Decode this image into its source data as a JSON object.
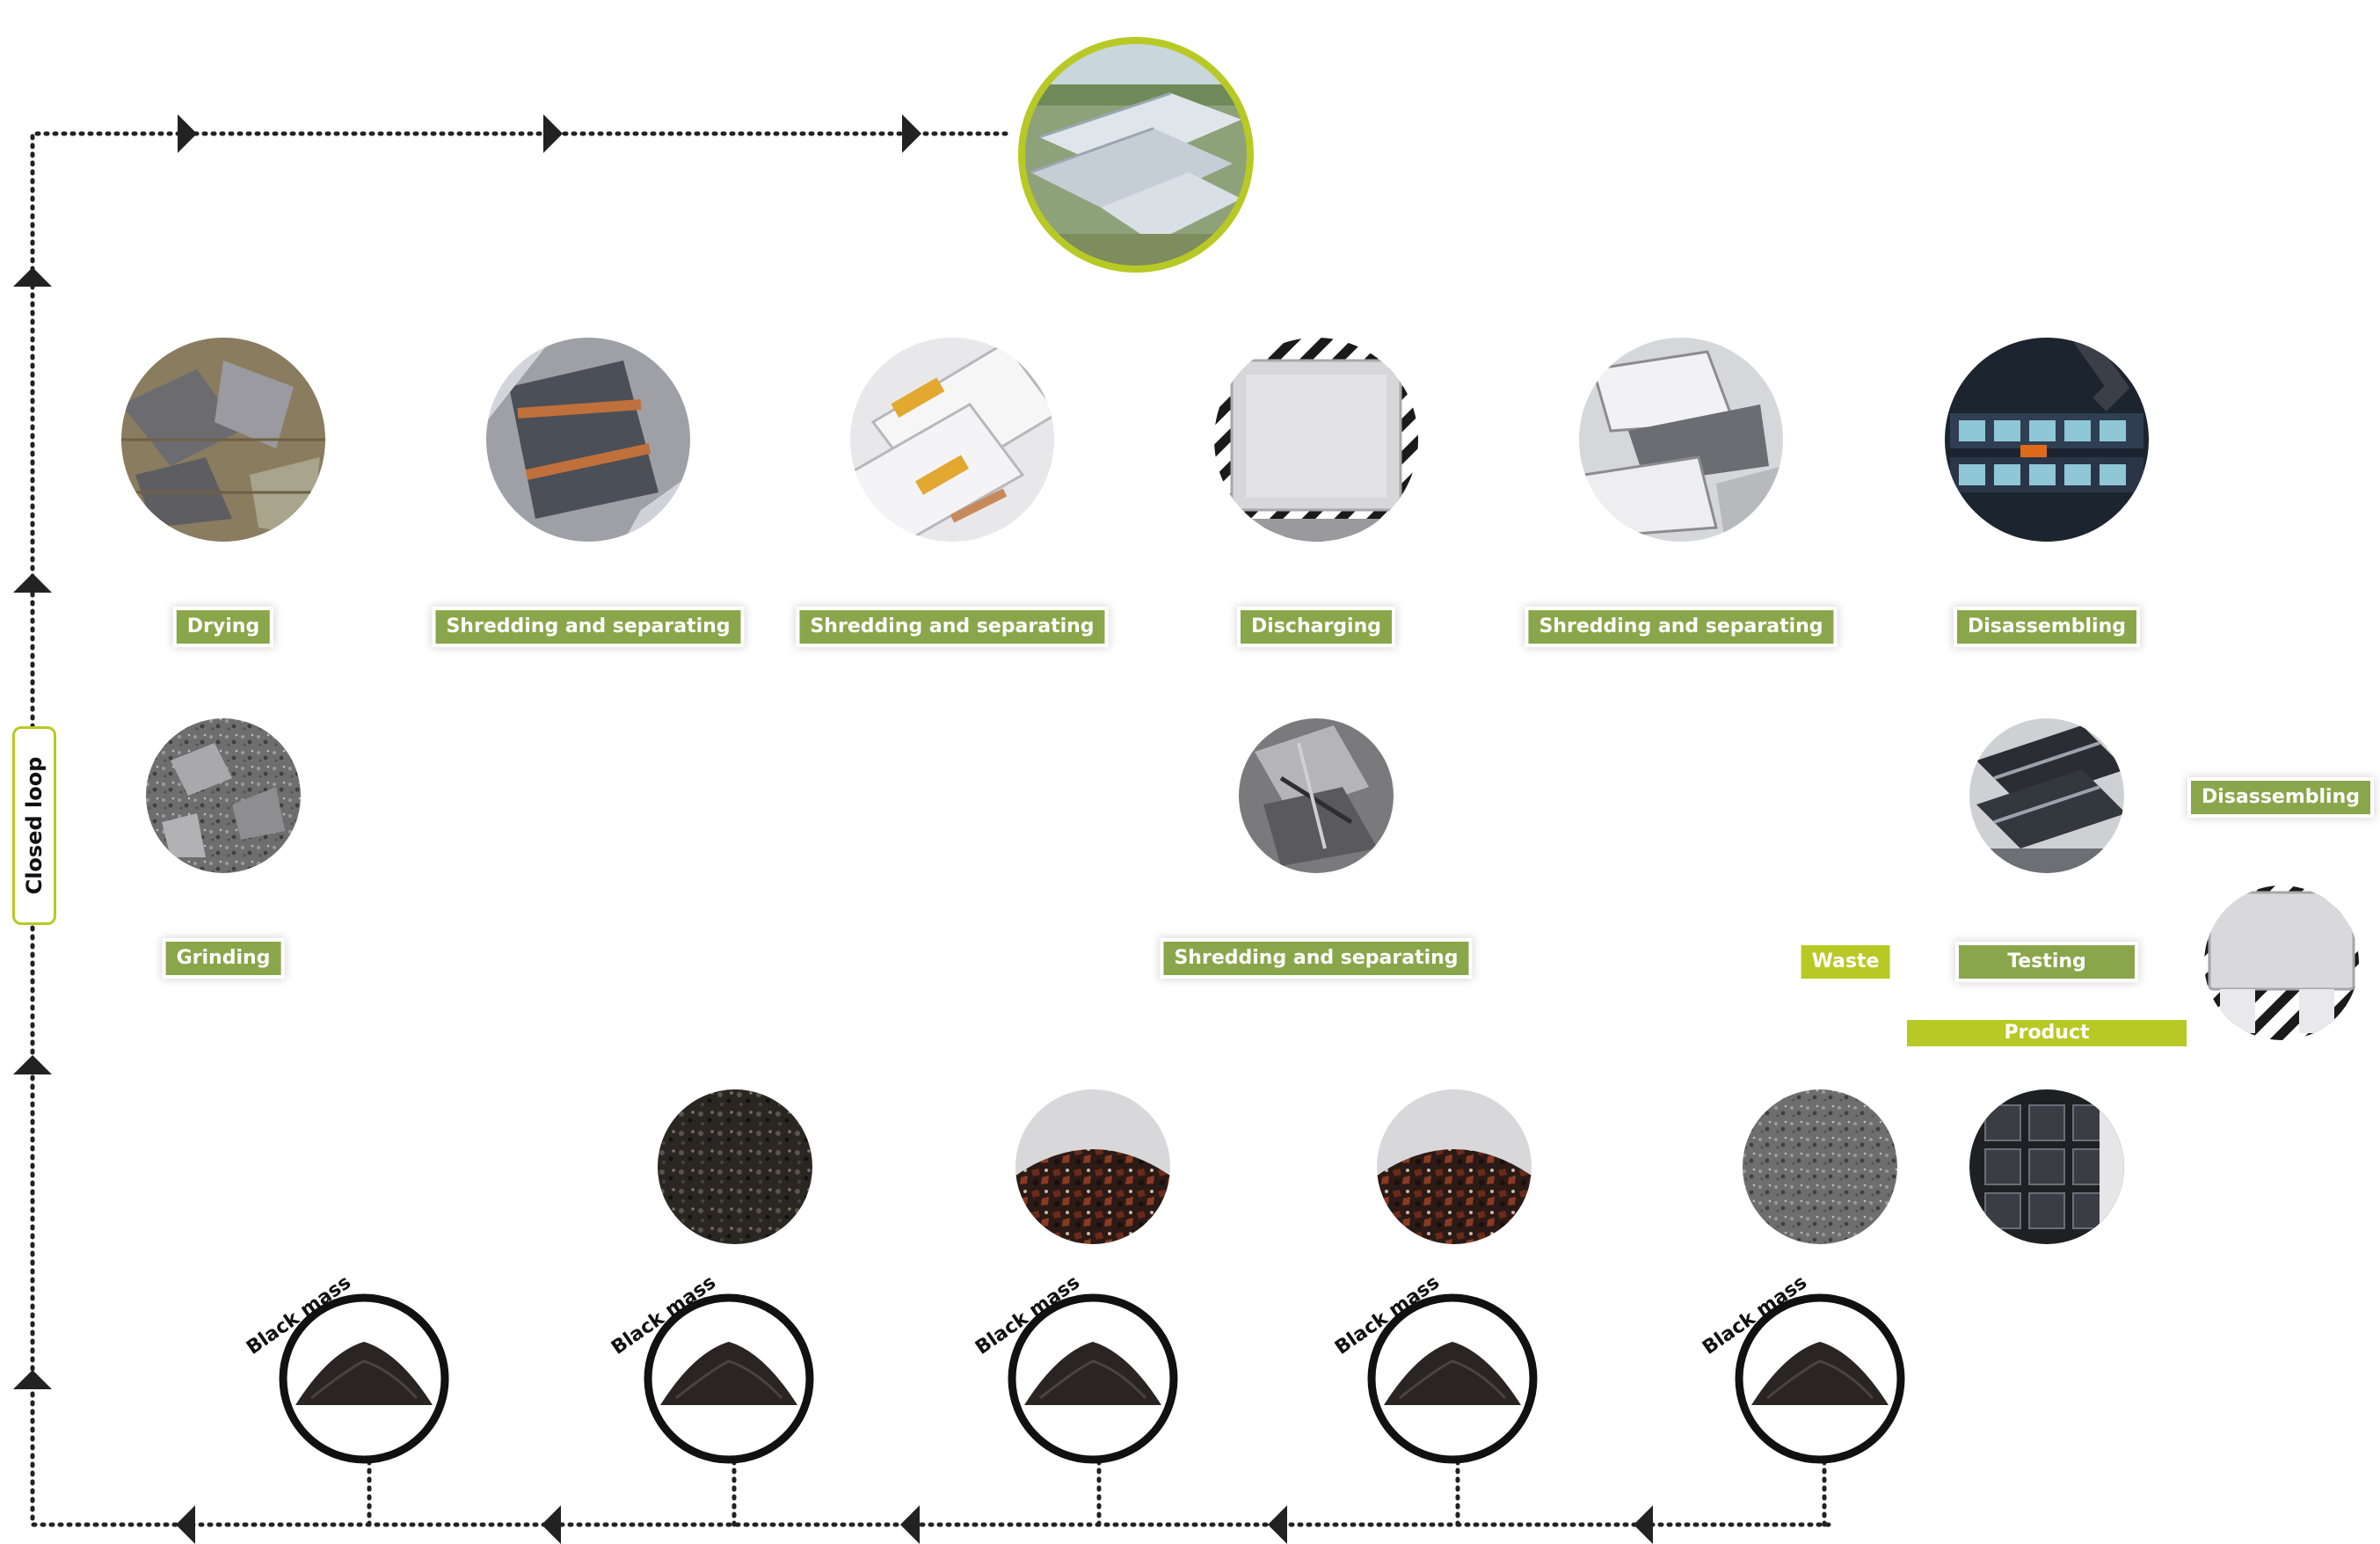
{
  "labels": {
    "drying": "Drying",
    "shredding_separating": "Shredding and separating",
    "discharging": "Discharging",
    "disassembling": "Disassembling",
    "grinding": "Grinding",
    "waste": "Waste",
    "testing": "Testing",
    "product": "Product",
    "closed_loop": "Closed loop",
    "black_mass": "Black mass"
  },
  "colors": {
    "label_green": "#8aa64a",
    "accent_lime": "#b8c925",
    "arrow": "#222222"
  },
  "icons": [
    "factory-photo",
    "dried-material-photo",
    "shredded-cell-photo",
    "battery-cell-photo",
    "discharging-cell-photo",
    "shredded-modules-photo",
    "battery-pack-photo",
    "ground-powder-photo",
    "crushed-material-photo",
    "battery-module-rack-photo",
    "pouch-cell-photo",
    "black-mass-powder-photo",
    "granulate-photo",
    "battery-rack-photo"
  ]
}
